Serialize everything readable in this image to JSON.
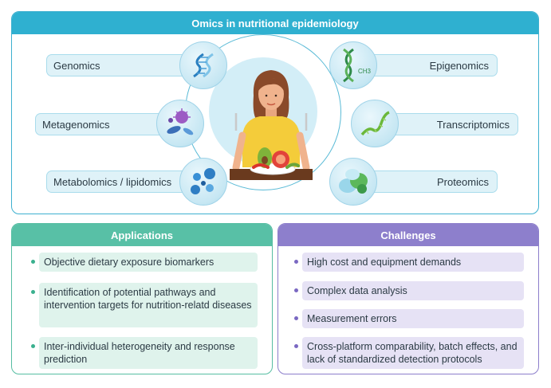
{
  "top": {
    "title": "Omics in nutritional epidemiology",
    "left": [
      "Genomics",
      "Metagenomics",
      "Metabolomics / lipidomics"
    ],
    "right": [
      "Epigenomics",
      "Transcriptomics",
      "Proteomics"
    ],
    "methyl_label": "CH3"
  },
  "applications": {
    "title": "Applications",
    "items": [
      "Objective dietary exposure biomarkers",
      "Identification of potential pathways and intervention targets for nutrition-relatd diseases",
      "Inter-individual heterogeneity and response prediction"
    ]
  },
  "challenges": {
    "title": "Challenges",
    "items": [
      "High cost and equipment demands",
      "Complex data analysis",
      "Measurement errors",
      "Cross-platform comparability, batch effects, and lack of standardized detection protocols"
    ]
  },
  "colors": {
    "omics_accent": "#2fb0d0",
    "applications_accent": "#58c0a6",
    "challenges_accent": "#8d7fcc"
  }
}
